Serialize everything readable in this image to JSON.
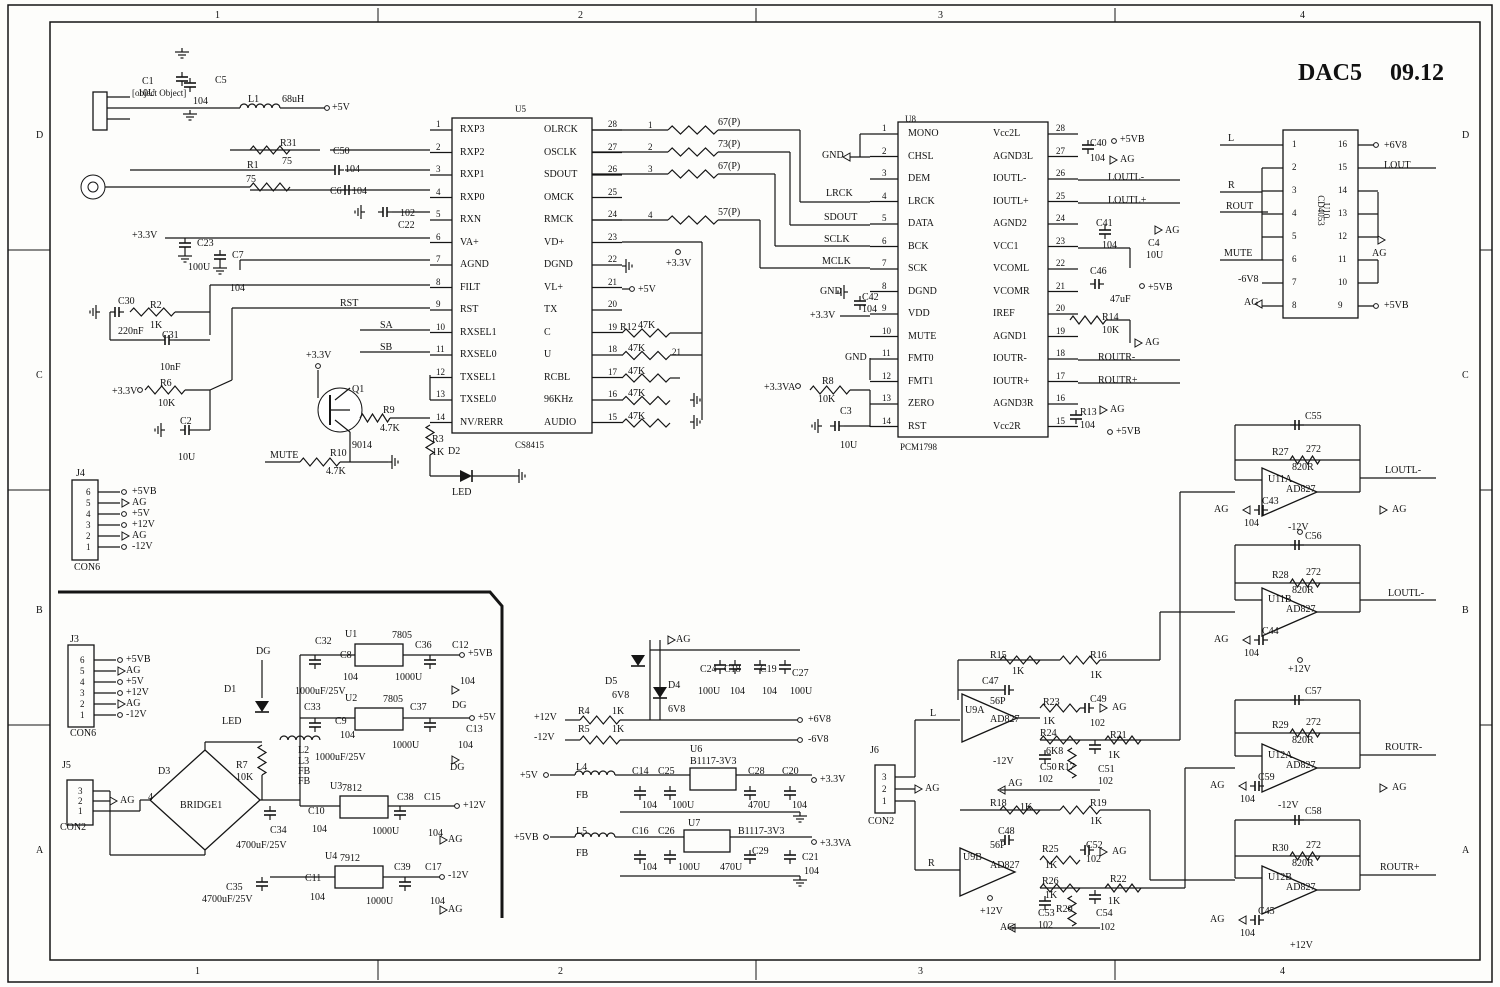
{
  "title": {
    "name": "DAC5",
    "date": "09.12"
  },
  "frame": {
    "top_zones": [
      "1",
      "2",
      "3",
      "4"
    ],
    "bottom_zones": [
      "1",
      "2",
      "3",
      "4"
    ],
    "left_zones": [
      "D",
      "C",
      "B",
      "A"
    ],
    "right_zones": [
      "D",
      "C",
      "B",
      "A"
    ]
  },
  "chips": [
    {
      "ref": "U5",
      "part": "CS8415",
      "pins": [
        {
          "n": "1",
          "name": "RXP3"
        },
        {
          "n": "2",
          "name": "RXP2"
        },
        {
          "n": "3",
          "name": "RXP1"
        },
        {
          "n": "4",
          "name": "RXP0"
        },
        {
          "n": "5",
          "name": "RXN"
        },
        {
          "n": "6",
          "name": "VA+"
        },
        {
          "n": "7",
          "name": "AGND"
        },
        {
          "n": "8",
          "name": "FILT"
        },
        {
          "n": "9",
          "name": "RST"
        },
        {
          "n": "10",
          "name": "RXSEL1"
        },
        {
          "n": "11",
          "name": "RXSEL0"
        },
        {
          "n": "12",
          "name": "TXSEL1"
        },
        {
          "n": "13",
          "name": "TXSEL0"
        },
        {
          "n": "14",
          "name": "NV/RERR"
        },
        {
          "n": "28",
          "name": "OLRCK"
        },
        {
          "n": "27",
          "name": "OSCLK"
        },
        {
          "n": "26",
          "name": "SDOUT"
        },
        {
          "n": "25",
          "name": "OMCK"
        },
        {
          "n": "24",
          "name": "RMCK"
        },
        {
          "n": "23",
          "name": "VD+"
        },
        {
          "n": "22",
          "name": "DGND"
        },
        {
          "n": "21",
          "name": "VL+"
        },
        {
          "n": "20",
          "name": "TX"
        },
        {
          "n": "19",
          "name": "C"
        },
        {
          "n": "18",
          "name": "U"
        },
        {
          "n": "17",
          "name": "RCBL"
        },
        {
          "n": "16",
          "name": "96KHz"
        },
        {
          "n": "15",
          "name": "AUDIO"
        }
      ]
    },
    {
      "ref": "U8",
      "part": "PCM1798",
      "pins": [
        {
          "n": "1",
          "name": "MONO"
        },
        {
          "n": "2",
          "name": "CHSL"
        },
        {
          "n": "3",
          "name": "DEM"
        },
        {
          "n": "4",
          "name": "LRCK"
        },
        {
          "n": "5",
          "name": "DATA"
        },
        {
          "n": "6",
          "name": "BCK"
        },
        {
          "n": "7",
          "name": "SCK"
        },
        {
          "n": "8",
          "name": "DGND"
        },
        {
          "n": "9",
          "name": "VDD"
        },
        {
          "n": "10",
          "name": "MUTE"
        },
        {
          "n": "11",
          "name": "FMT0"
        },
        {
          "n": "12",
          "name": "FMT1"
        },
        {
          "n": "13",
          "name": "ZERO"
        },
        {
          "n": "14",
          "name": "RST"
        },
        {
          "n": "28",
          "name": "Vcc2L"
        },
        {
          "n": "27",
          "name": "AGND3L"
        },
        {
          "n": "26",
          "name": "IOUTL-"
        },
        {
          "n": "25",
          "name": "IOUTL+"
        },
        {
          "n": "24",
          "name": "AGND2"
        },
        {
          "n": "23",
          "name": "VCC1"
        },
        {
          "n": "22",
          "name": "VCOML"
        },
        {
          "n": "21",
          "name": "VCOMR"
        },
        {
          "n": "20",
          "name": "IREF"
        },
        {
          "n": "19",
          "name": "AGND1"
        },
        {
          "n": "18",
          "name": "IOUTR-"
        },
        {
          "n": "17",
          "name": "IOUTR+"
        },
        {
          "n": "16",
          "name": "AGND3R"
        },
        {
          "n": "15",
          "name": "Vcc2R"
        }
      ]
    },
    {
      "ref": "U10",
      "part": "CD4053",
      "pins": [
        {
          "n": "1"
        },
        {
          "n": "2"
        },
        {
          "n": "3"
        },
        {
          "n": "4"
        },
        {
          "n": "5"
        },
        {
          "n": "6"
        },
        {
          "n": "7"
        },
        {
          "n": "8"
        },
        {
          "n": "16"
        },
        {
          "n": "15"
        },
        {
          "n": "14"
        },
        {
          "n": "13"
        },
        {
          "n": "12"
        },
        {
          "n": "11"
        },
        {
          "n": "10"
        },
        {
          "n": "9"
        }
      ]
    }
  ],
  "nets": {
    "v33": "+3.3V",
    "v5": "+5V",
    "v5b": "+5VB",
    "ag": "AG",
    "dg": "DG",
    "v12p": "+12V",
    "v12n": "-12V",
    "v6v8p": "+6V8",
    "v6v8n": "-6V8",
    "v33a": "+3.3VA",
    "gnd": "GND",
    "mute": "MUTE",
    "lrck": "LRCK",
    "sdout": "SDOUT",
    "sclk": "SCLK",
    "mclk": "MCLK",
    "sa": "SA",
    "sb": "SB",
    "rst": "RST",
    "loutl_n": "LOUTL-",
    "loutl_p": "LOUTL+",
    "routr_n": "ROUTR-",
    "routr_p": "ROUTR+",
    "lout": "LOUT",
    "rout": "ROUT",
    "l": "L",
    "r": "R"
  },
  "labels": [
    {
      "id": "c1",
      "t": "C1"
    },
    {
      "id": "c1v",
      "t": "10U"
    },
    {
      "id": "c5",
      "t": "C5"
    },
    {
      "id": "c5v",
      "t": "104"
    },
    {
      "id": "l1",
      "t": "L1"
    },
    {
      "id": "l1v",
      "t": "68uH"
    },
    {
      "id": "r31",
      "t": "R31"
    },
    {
      "id": "r1",
      "t": "R1"
    },
    {
      "id": "r1v",
      "t": "75"
    },
    {
      "id": "r31v",
      "t": "75"
    },
    {
      "id": "c50",
      "t": "C50"
    },
    {
      "id": "c50v",
      "t": "104"
    },
    {
      "id": "c6",
      "t": "C6"
    },
    {
      "id": "c6v",
      "t": "104"
    },
    {
      "id": "c22",
      "t": "C22"
    },
    {
      "id": "c22v",
      "t": "102"
    },
    {
      "id": "c23",
      "t": "C23"
    },
    {
      "id": "c23v",
      "t": "100U"
    },
    {
      "id": "c7",
      "t": "C7"
    },
    {
      "id": "c7v",
      "t": "104"
    },
    {
      "id": "c30",
      "t": "C30"
    },
    {
      "id": "c30v",
      "t": "220nF"
    },
    {
      "id": "r2",
      "t": "R2"
    },
    {
      "id": "r2v",
      "t": "1K"
    },
    {
      "id": "c31",
      "t": "C31"
    },
    {
      "id": "c31v",
      "t": "10nF"
    },
    {
      "id": "r6",
      "t": "R6"
    },
    {
      "id": "r6v",
      "t": "10K"
    },
    {
      "id": "c2",
      "t": "C2"
    },
    {
      "id": "c2v",
      "t": "10U"
    },
    {
      "id": "q1",
      "t": "Q1"
    },
    {
      "id": "q1v",
      "t": "9014"
    },
    {
      "id": "r9",
      "t": "R9"
    },
    {
      "id": "r9v",
      "t": "4.7K"
    },
    {
      "id": "r10",
      "t": "R10"
    },
    {
      "id": "r10v",
      "t": "4.7K"
    },
    {
      "id": "r3",
      "t": "R3"
    },
    {
      "id": "r3v",
      "t": "1K"
    },
    {
      "id": "d2",
      "t": "D2"
    },
    {
      "id": "d2v",
      "t": "LED"
    },
    {
      "id": "r12",
      "t": "R12"
    },
    {
      "id": "r12v",
      "t": "47K"
    },
    {
      "id": "rn1",
      "t": "47K"
    },
    {
      "id": "rn2",
      "t": "47K"
    },
    {
      "id": "rn3",
      "t": "47K"
    },
    {
      "id": "rn4",
      "t": "47K"
    },
    {
      "id": "rs1",
      "t": "67(P)"
    },
    {
      "id": "rs2",
      "t": "73(P)"
    },
    {
      "id": "rs3",
      "t": "67(P)"
    },
    {
      "id": "rs4",
      "t": "57(P)"
    },
    {
      "id": "c40",
      "t": "C40"
    },
    {
      "id": "c40v",
      "t": "104"
    },
    {
      "id": "c41",
      "t": "C41"
    },
    {
      "id": "c41v",
      "t": "104"
    },
    {
      "id": "c4",
      "t": "C4"
    },
    {
      "id": "c4v",
      "t": "10U"
    },
    {
      "id": "c46",
      "t": "C46"
    },
    {
      "id": "c46v",
      "t": "47uF"
    },
    {
      "id": "r14",
      "t": "R14"
    },
    {
      "id": "r14v",
      "t": "10K"
    },
    {
      "id": "r13",
      "t": "R13"
    },
    {
      "id": "r13v",
      "t": "104"
    },
    {
      "id": "c42",
      "t": "C42"
    },
    {
      "id": "c42v",
      "t": "104"
    },
    {
      "id": "r8",
      "t": "R8"
    },
    {
      "id": "r8v",
      "t": "10K"
    },
    {
      "id": "c3",
      "t": "C3"
    },
    {
      "id": "c3v",
      "t": "10U"
    },
    {
      "id": "j4",
      "t": "J4"
    },
    {
      "id": "con6a",
      "t": "CON6"
    },
    {
      "id": "j3",
      "t": "J3"
    },
    {
      "id": "con6b",
      "t": "CON6"
    },
    {
      "id": "j5",
      "t": "J5"
    },
    {
      "id": "con2a",
      "t": "CON2"
    },
    {
      "id": "j6",
      "t": "J6"
    },
    {
      "id": "con2b",
      "t": "CON2"
    },
    {
      "id": "c32",
      "t": "C32"
    },
    {
      "id": "c8",
      "t": "C8"
    },
    {
      "id": "c8v",
      "t": "104"
    },
    {
      "id": "u1",
      "t": "U1"
    },
    {
      "id": "u1v",
      "t": "7805"
    },
    {
      "id": "c36",
      "t": "C36"
    },
    {
      "id": "c36v",
      "t": "1000U"
    },
    {
      "id": "c12",
      "t": "C12"
    },
    {
      "id": "c12v",
      "t": "104"
    },
    {
      "id": "c32v",
      "t": "1000uF/25V"
    },
    {
      "id": "d1",
      "t": "D1"
    },
    {
      "id": "d1v",
      "t": "LED"
    },
    {
      "id": "c33",
      "t": "C33"
    },
    {
      "id": "c9",
      "t": "C9"
    },
    {
      "id": "c9v",
      "t": "104"
    },
    {
      "id": "u2",
      "t": "U2"
    },
    {
      "id": "u2v",
      "t": "7805"
    },
    {
      "id": "c37",
      "t": "C37"
    },
    {
      "id": "c37v",
      "t": "1000U"
    },
    {
      "id": "c13",
      "t": "C13"
    },
    {
      "id": "c13v",
      "t": "104"
    },
    {
      "id": "c33v",
      "t": "1000uF/25V"
    },
    {
      "id": "r7",
      "t": "R7"
    },
    {
      "id": "r7v",
      "t": "10K"
    },
    {
      "id": "l2",
      "t": "L2"
    },
    {
      "id": "l3",
      "t": "L3"
    },
    {
      "id": "fb1",
      "t": "FB"
    },
    {
      "id": "fb2",
      "t": "FB"
    },
    {
      "id": "d3",
      "t": "D3"
    },
    {
      "id": "bridge",
      "t": "BRIDGE1"
    },
    {
      "id": "b4",
      "t": "4"
    },
    {
      "id": "u3",
      "t": "U3"
    },
    {
      "id": "u3v",
      "t": "7812"
    },
    {
      "id": "c10",
      "t": "C10"
    },
    {
      "id": "c10v",
      "t": "104"
    },
    {
      "id": "c38",
      "t": "C38"
    },
    {
      "id": "c38v",
      "t": "1000U"
    },
    {
      "id": "c15",
      "t": "C15"
    },
    {
      "id": "c15v",
      "t": "104"
    },
    {
      "id": "c34",
      "t": "C34"
    },
    {
      "id": "c34v",
      "t": "4700uF/25V"
    },
    {
      "id": "u4",
      "t": "U4"
    },
    {
      "id": "u4v",
      "t": "7912"
    },
    {
      "id": "c11",
      "t": "C11"
    },
    {
      "id": "c11v",
      "t": "104"
    },
    {
      "id": "c39",
      "t": "C39"
    },
    {
      "id": "c39v",
      "t": "1000U"
    },
    {
      "id": "c17",
      "t": "C17"
    },
    {
      "id": "c17v",
      "t": "104"
    },
    {
      "id": "c35",
      "t": "C35"
    },
    {
      "id": "c35v",
      "t": "4700uF/25V"
    },
    {
      "id": "d5",
      "t": "D5"
    },
    {
      "id": "d5v",
      "t": "6V8"
    },
    {
      "id": "d4",
      "t": "D4"
    },
    {
      "id": "d4v",
      "t": "6V8"
    },
    {
      "id": "c25",
      "t": "C25"
    },
    {
      "id": "c24",
      "t": "C24"
    },
    {
      "id": "c24v",
      "t": "100U"
    },
    {
      "id": "c18",
      "t": "C18"
    },
    {
      "id": "c18v",
      "t": "104"
    },
    {
      "id": "c19",
      "t": "C19"
    },
    {
      "id": "c19v",
      "t": "104"
    },
    {
      "id": "c27",
      "t": "C27"
    },
    {
      "id": "c27v",
      "t": "100U"
    },
    {
      "id": "r4",
      "t": "R4"
    },
    {
      "id": "r4v",
      "t": "1K"
    },
    {
      "id": "r5",
      "t": "R5"
    },
    {
      "id": "r5v",
      "t": "1K"
    },
    {
      "id": "l4",
      "t": "L4"
    },
    {
      "id": "l4v",
      "t": "FB"
    },
    {
      "id": "c14",
      "t": "C14"
    },
    {
      "id": "c14v",
      "t": "104"
    },
    {
      "id": "c25v",
      "t": "100U"
    },
    {
      "id": "u6",
      "t": "U6"
    },
    {
      "id": "u6v",
      "t": "B1117-3V3"
    },
    {
      "id": "c28",
      "t": "C28"
    },
    {
      "id": "c28v",
      "t": "470U"
    },
    {
      "id": "c20",
      "t": "C20"
    },
    {
      "id": "c20v",
      "t": "104"
    },
    {
      "id": "l5",
      "t": "L5"
    },
    {
      "id": "l5v",
      "t": "FB"
    },
    {
      "id": "c16",
      "t": "C16"
    },
    {
      "id": "c16v",
      "t": "104"
    },
    {
      "id": "c26",
      "t": "C26"
    },
    {
      "id": "c26v",
      "t": "100U"
    },
    {
      "id": "u7",
      "t": "U7"
    },
    {
      "id": "u7v",
      "t": "B1117-3V3"
    },
    {
      "id": "c29",
      "t": "C29"
    },
    {
      "id": "c29v",
      "t": "470U"
    },
    {
      "id": "c21",
      "t": "C21"
    },
    {
      "id": "c21v",
      "t": "104"
    },
    {
      "id": "c55",
      "t": "C55"
    },
    {
      "id": "r27",
      "t": "R27"
    },
    {
      "id": "r27c",
      "t": "272"
    },
    {
      "id": "r27v",
      "t": "820R"
    },
    {
      "id": "u11a",
      "t": "U11A"
    },
    {
      "id": "u11av",
      "t": "AD827"
    },
    {
      "id": "c43",
      "t": "C43"
    },
    {
      "id": "c43v",
      "t": "104"
    },
    {
      "id": "c56",
      "t": "C56"
    },
    {
      "id": "r28",
      "t": "R28"
    },
    {
      "id": "r28c",
      "t": "272"
    },
    {
      "id": "r28v",
      "t": "820R"
    },
    {
      "id": "u11b",
      "t": "U11B"
    },
    {
      "id": "u11bv",
      "t": "AD827"
    },
    {
      "id": "c44",
      "t": "C44"
    },
    {
      "id": "c44v",
      "t": "104"
    },
    {
      "id": "r15",
      "t": "R15"
    },
    {
      "id": "r15v",
      "t": "1K"
    },
    {
      "id": "r16",
      "t": "R16"
    },
    {
      "id": "r16v",
      "t": "1K"
    },
    {
      "id": "c47",
      "t": "C47"
    },
    {
      "id": "c47v",
      "t": "56P"
    },
    {
      "id": "u9a",
      "t": "U9A"
    },
    {
      "id": "u9av",
      "t": "AD827"
    },
    {
      "id": "r23",
      "t": "R23"
    },
    {
      "id": "r23v",
      "t": "1K"
    },
    {
      "id": "c49",
      "t": "C49"
    },
    {
      "id": "c49v",
      "t": "102"
    },
    {
      "id": "r24",
      "t": "R24"
    },
    {
      "id": "r24v",
      "t": "6K8"
    },
    {
      "id": "c50b",
      "t": "C50"
    },
    {
      "id": "c50bv",
      "t": "102"
    },
    {
      "id": "r17",
      "t": "R17"
    },
    {
      "id": "c51",
      "t": "C51"
    },
    {
      "id": "c51v",
      "t": "102"
    },
    {
      "id": "r21",
      "t": "R21"
    },
    {
      "id": "r21v",
      "t": "1K"
    },
    {
      "id": "c57",
      "t": "C57"
    },
    {
      "id": "r29",
      "t": "R29"
    },
    {
      "id": "r29c",
      "t": "272"
    },
    {
      "id": "r29v",
      "t": "820R"
    },
    {
      "id": "u12a",
      "t": "U12A"
    },
    {
      "id": "u12av",
      "t": "AD827"
    },
    {
      "id": "c59",
      "t": "C59"
    },
    {
      "id": "c59v",
      "t": "104"
    },
    {
      "id": "r18",
      "t": "R18"
    },
    {
      "id": "r18v",
      "t": "1K"
    },
    {
      "id": "r19",
      "t": "R19"
    },
    {
      "id": "r19v",
      "t": "1K"
    },
    {
      "id": "c48",
      "t": "C48"
    },
    {
      "id": "c48v",
      "t": "56P"
    },
    {
      "id": "u9b",
      "t": "U9B"
    },
    {
      "id": "u9bv",
      "t": "AD827"
    },
    {
      "id": "r25",
      "t": "R25"
    },
    {
      "id": "r25v",
      "t": "1K"
    },
    {
      "id": "c52",
      "t": "C52"
    },
    {
      "id": "c52v",
      "t": "102"
    },
    {
      "id": "r26",
      "t": "R26"
    },
    {
      "id": "r26v",
      "t": "1K"
    },
    {
      "id": "c53",
      "t": "C53"
    },
    {
      "id": "c53v",
      "t": "102"
    },
    {
      "id": "r20",
      "t": "R20"
    },
    {
      "id": "c54",
      "t": "C54"
    },
    {
      "id": "c54v",
      "t": "102"
    },
    {
      "id": "r22",
      "t": "R22"
    },
    {
      "id": "r22v",
      "t": "1K"
    },
    {
      "id": "c58",
      "t": "C58"
    },
    {
      "id": "r30",
      "t": "R30"
    },
    {
      "id": "r30c",
      "t": "272"
    },
    {
      "id": "r30v",
      "t": "820R"
    },
    {
      "id": "u12b",
      "t": "U12B"
    },
    {
      "id": "u12bv",
      "t": "AD827"
    },
    {
      "id": "c45",
      "t": "C45"
    },
    {
      "id": "c45v",
      "t": "104"
    }
  ]
}
